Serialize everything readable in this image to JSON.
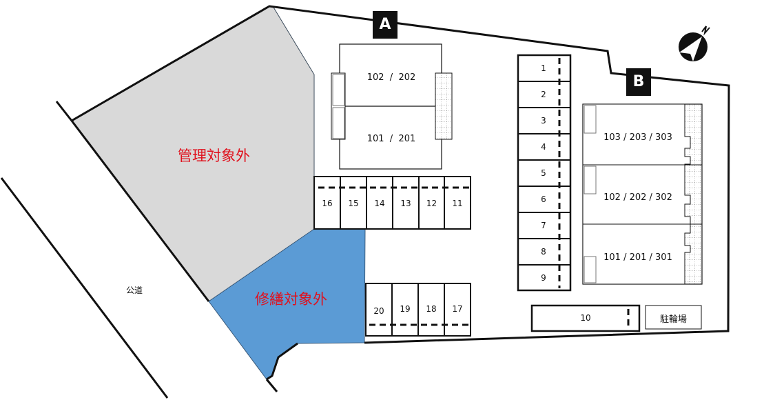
{
  "colors": {
    "excluded_management": "#d9d9d9",
    "excluded_repair": "#5b9bd5",
    "zone_text": "#e0101c",
    "outline": "#111111",
    "building_tag_bg": "#111111",
    "building_tag_text": "#ffffff"
  },
  "zones": {
    "management_excluded": "管理対象外",
    "repair_excluded": "修繕対象外"
  },
  "road": {
    "label": "公道"
  },
  "compass": {
    "icon": "north-arrow-icon",
    "label": "N"
  },
  "buildings": {
    "A": {
      "tag": "A",
      "units": [
        {
          "label": "102  /  202"
        },
        {
          "label": "101  /  201"
        }
      ]
    },
    "B": {
      "tag": "B",
      "units": [
        {
          "label": "103 / 203 / 303"
        },
        {
          "label": "102 / 202 / 302"
        },
        {
          "label": "101 / 201 / 301"
        }
      ]
    }
  },
  "parking": {
    "column_right": [
      "1",
      "2",
      "3",
      "4",
      "5",
      "6",
      "7",
      "8",
      "9"
    ],
    "single": "10",
    "row_top": [
      "16",
      "15",
      "14",
      "13",
      "12",
      "11"
    ],
    "row_bottom": [
      "20",
      "19",
      "18",
      "17"
    ]
  },
  "bicycle_parking": {
    "label": "駐輪場"
  }
}
